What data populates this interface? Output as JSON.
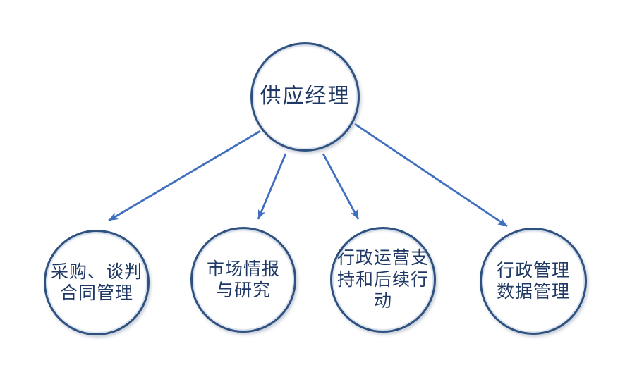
{
  "diagram": {
    "root": {
      "label": "供应经理"
    },
    "children": [
      {
        "label": "采购、谈判\n合同管理"
      },
      {
        "label": "市场情报\n与研究"
      },
      {
        "label": "行政运营支\n持和后续行\n动"
      },
      {
        "label": "行政管理\n数据管理"
      }
    ],
    "colors": {
      "border": "#2f5180",
      "text": "#1f3864",
      "arrow": "#3f6fbe",
      "background": "#ffffff"
    }
  }
}
